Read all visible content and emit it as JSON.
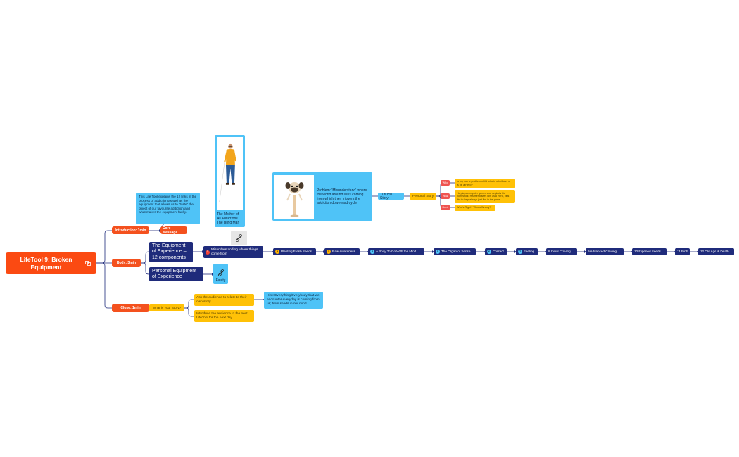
{
  "root": {
    "title": "LifeTool 9: Broken Equipment",
    "icon": "group-icon"
  },
  "colors": {
    "root": "#fb4a12",
    "red": "#f4511e",
    "navy": "#1f2b7b",
    "gold": "#ffc107",
    "blue": "#4fc3f7",
    "line": "#1f2b7b"
  },
  "intro": {
    "label": "Introduction: 1min",
    "note": "This Life Tool explains the 12 links in the process of addiction as well as the equipment that allows us to \"taste\" the object of our favourite addiction and what makes the equipment faulty.",
    "core": "Core Message"
  },
  "body": {
    "label": "Body: 3min",
    "equipment": "The Equipment of Experience – 12 components",
    "personal": "Personal Equipment of Experience",
    "faulty": "Faulty",
    "mother": "The Mother of All Addictions\nThe Blind Man",
    "problem": "Problem: 'Misunderstand' where the world around us is coming from which then triggers the addiction downward cycle",
    "pen_story": "The Pen Story",
    "personal_story": "Personal Story",
    "tags": [
      "Who",
      "How",
      "Debt"
    ],
    "questions": [
      "Is my son a problem child who is rebellious or is he a Hero?",
      "He plays computer games and neglects his homework. His friend sees him as a Hero, plus like to help always just like in the game",
      "Who's Right? Who's Wrong?"
    ],
    "chain": [
      {
        "badge": "1",
        "label": "Misunderstanding where things come from"
      },
      {
        "badge": "2",
        "label": "Planting Fresh Seeds"
      },
      {
        "badge": "3",
        "label": "Raw Awareness"
      },
      {
        "badge": "4",
        "label": "A Body To Go With the Mind"
      },
      {
        "badge": "5",
        "label": "The Organ of Sense"
      },
      {
        "badge": "6",
        "label": "Contact"
      },
      {
        "badge": "7",
        "label": "Feeling"
      },
      {
        "badge": "",
        "label": "8  Initial Craving"
      },
      {
        "badge": "",
        "label": "9 Advanced Craving"
      },
      {
        "badge": "",
        "label": "10  Ripened Seeds"
      },
      {
        "badge": "",
        "label": "11 Birth"
      },
      {
        "badge": "",
        "label": "12 Old Age & Death"
      }
    ]
  },
  "close": {
    "label": "Close: 1min",
    "question": "What is Your Story?",
    "ask": "Ask the audience to relate to their own story",
    "hint": "Hint: Everything/Everybody that we encounter everyday is coming from us; from seeds in our mind",
    "next": "Introduce the audience to the next LifeTool for the next day"
  }
}
